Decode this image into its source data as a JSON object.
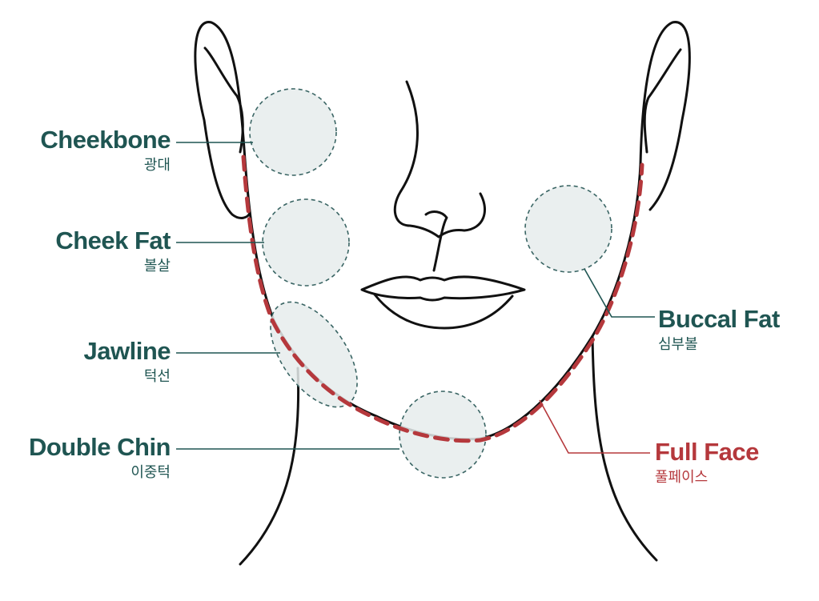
{
  "colors": {
    "teal": "#1f5552",
    "red": "#b5383c",
    "zone_fill": "#e6ecec",
    "zone_stroke": "#3a6564",
    "outline": "#111111"
  },
  "labels": {
    "cheekbone": {
      "en": "Cheekbone",
      "ko": "광대"
    },
    "cheek_fat": {
      "en": "Cheek Fat",
      "ko": "볼살"
    },
    "jawline": {
      "en": "Jawline",
      "ko": "턱선"
    },
    "double_chin": {
      "en": "Double Chin",
      "ko": "이중턱"
    },
    "buccal_fat": {
      "en": "Buccal Fat",
      "ko": "심부볼"
    },
    "full_face": {
      "en": "Full Face",
      "ko": "풀페이스"
    }
  }
}
